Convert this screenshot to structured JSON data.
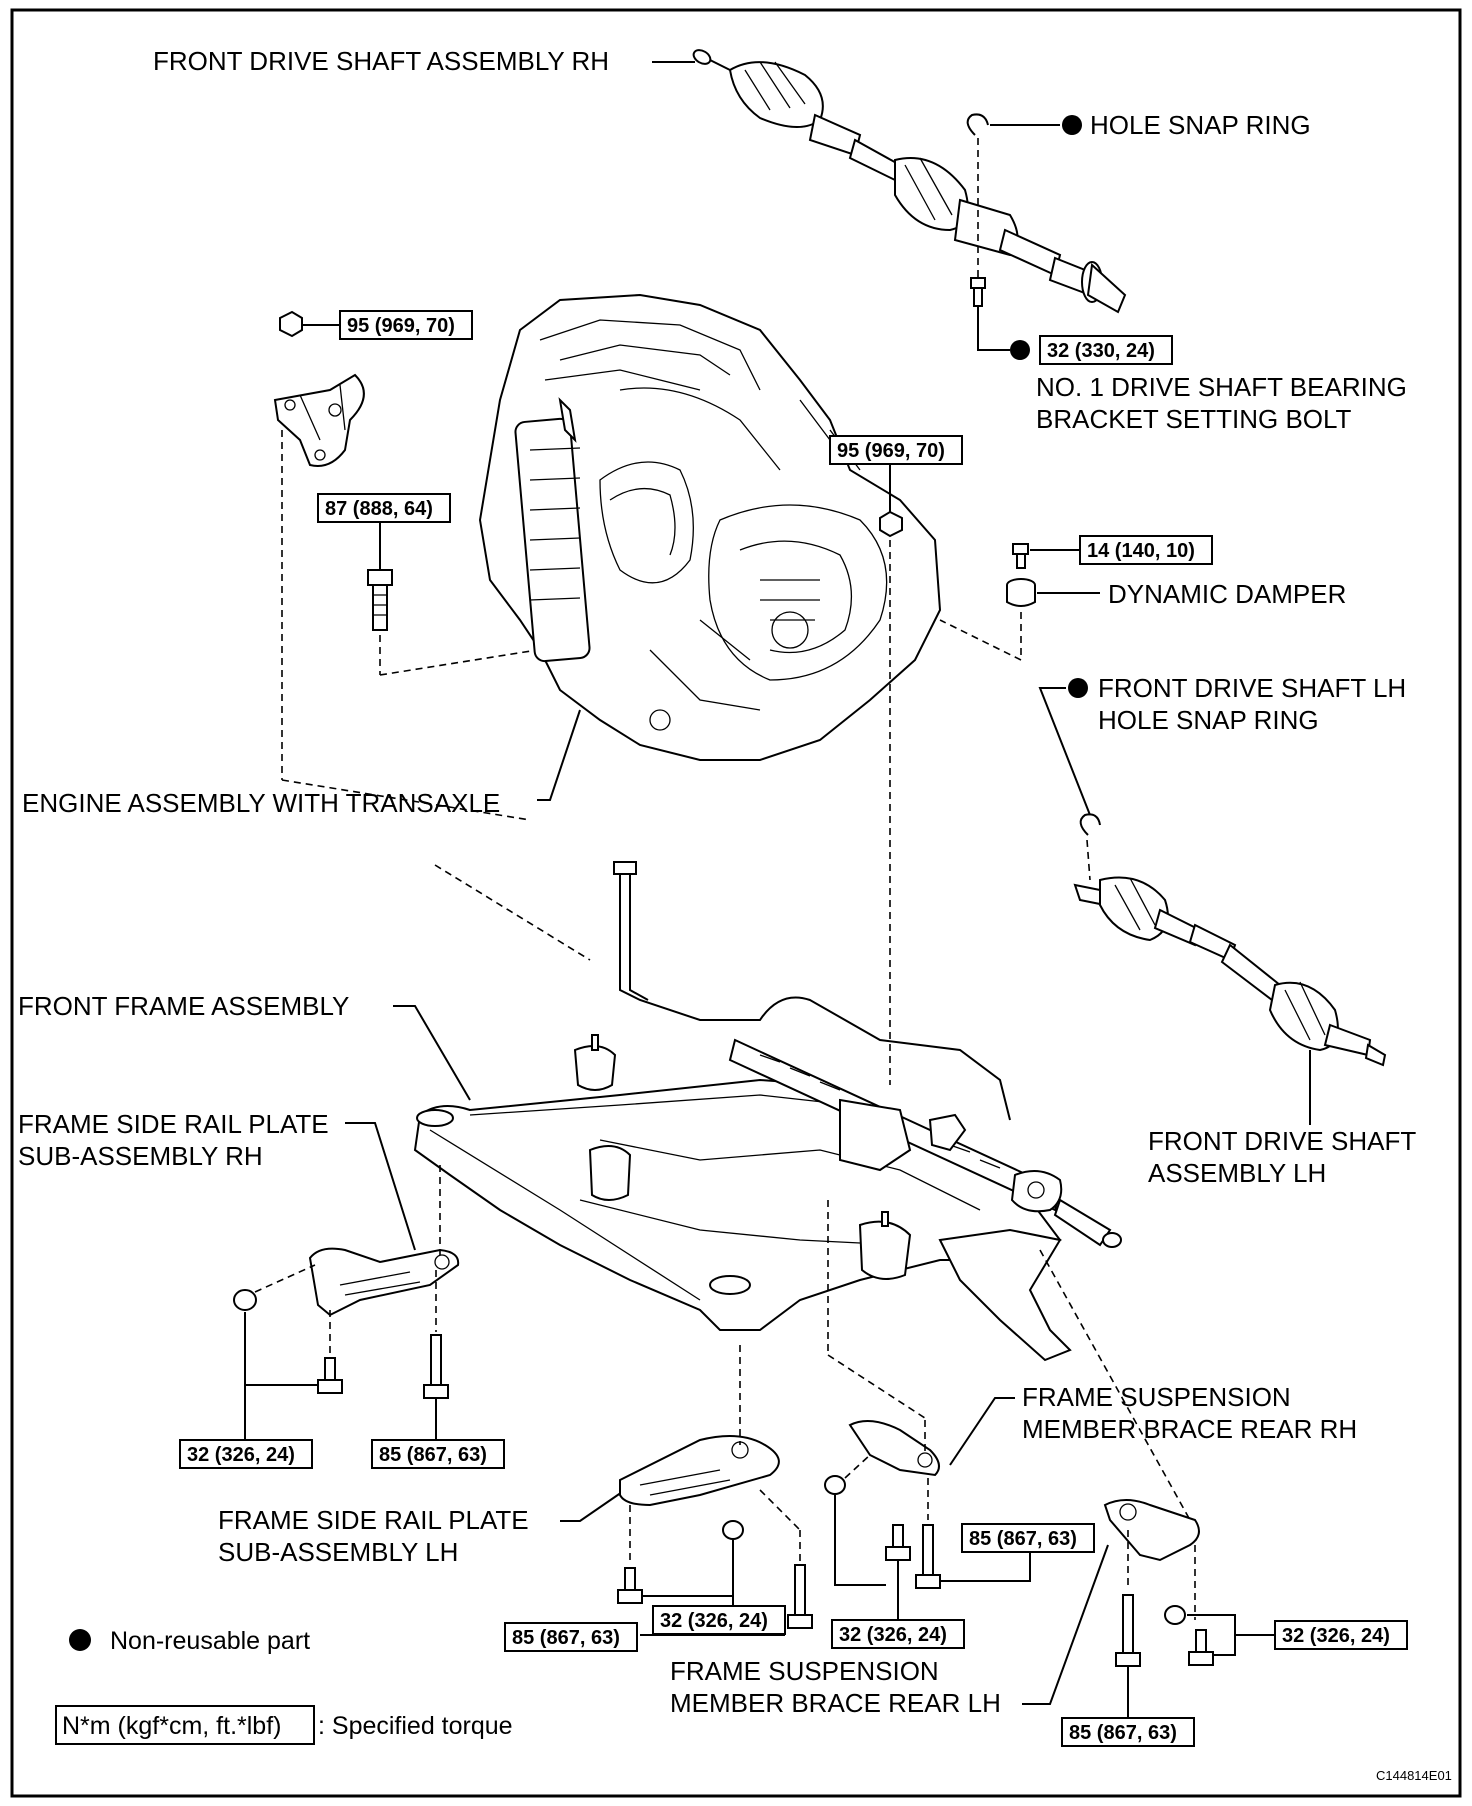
{
  "labels": {
    "front_drive_shaft_rh": "FRONT DRIVE SHAFT ASSEMBLY RH",
    "hole_snap_ring": "HOLE SNAP RING",
    "bearing_bracket_bolt_1": "NO. 1 DRIVE SHAFT BEARING",
    "bearing_bracket_bolt_2": "BRACKET SETTING BOLT",
    "dynamic_damper": "DYNAMIC DAMPER",
    "front_drive_shaft_lh_snap_ring_1": "FRONT DRIVE SHAFT LH",
    "front_drive_shaft_lh_snap_ring_2": "HOLE SNAP RING",
    "engine_assembly": "ENGINE ASSEMBLY WITH TRANSAXLE",
    "front_frame_assembly": "FRONT FRAME ASSEMBLY",
    "side_rail_plate_rh_1": "FRAME SIDE RAIL PLATE",
    "side_rail_plate_rh_2": "SUB-ASSEMBLY RH",
    "front_drive_shaft_lh_1": "FRONT DRIVE SHAFT",
    "front_drive_shaft_lh_2": "ASSEMBLY LH",
    "brace_rear_rh_1": "FRAME SUSPENSION",
    "brace_rear_rh_2": "MEMBER BRACE REAR RH",
    "side_rail_plate_lh_1": "FRAME SIDE RAIL PLATE",
    "side_rail_plate_lh_2": "SUB-ASSEMBLY LH",
    "brace_rear_lh_1": "FRAME SUSPENSION",
    "brace_rear_lh_2": "MEMBER BRACE REAR LH"
  },
  "torques": {
    "t_95_top_left": "95 (969, 70)",
    "t_32_bearing_bolt": "32 (330, 24)",
    "t_87": "87 (888, 64)",
    "t_95_center": "95 (969, 70)",
    "t_14": "14 (140, 10)",
    "t_32_rh_plate": "32 (326, 24)",
    "t_85_rh_plate": "85 (867, 63)",
    "t_85_brace_rh": "85 (867, 63)",
    "t_32_lh_plate": "32 (326, 24)",
    "t_85_lh_plate": "85 (867, 63)",
    "t_32_brace_rh": "32 (326, 24)",
    "t_32_brace_lh": "32 (326, 24)",
    "t_85_brace_lh": "85 (867, 63)"
  },
  "legend": {
    "non_reusable": "Non-reusable part",
    "torque_unit": "N*m (kgf*cm, ft.*lbf)",
    "torque_desc": ": Specified torque"
  },
  "figure_code": "C144814E01"
}
